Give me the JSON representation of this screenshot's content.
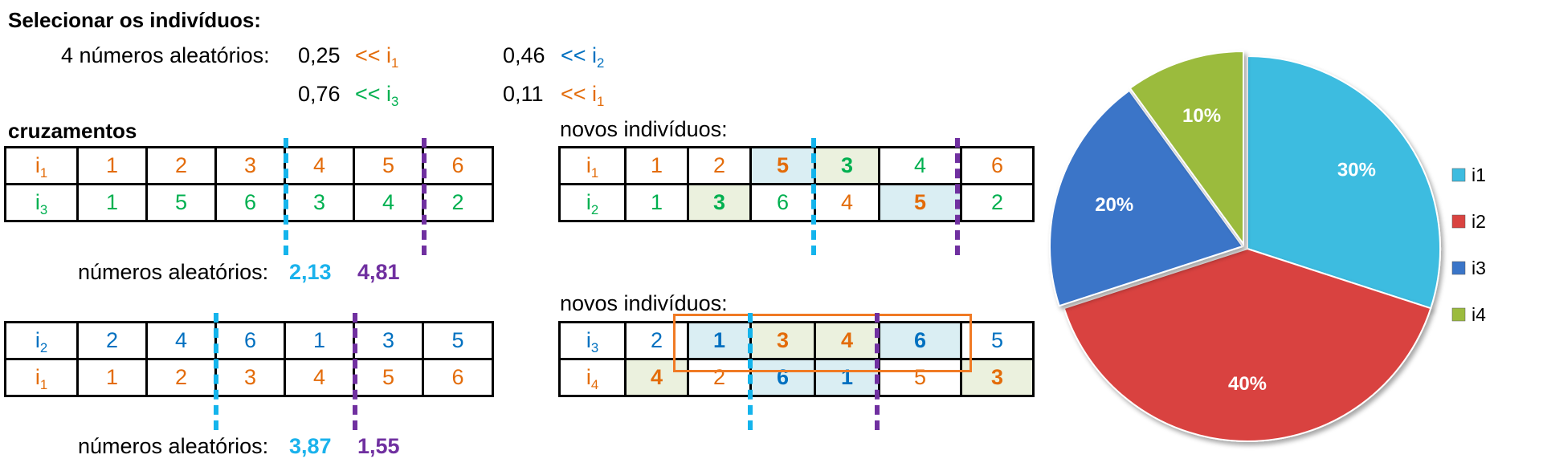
{
  "colors": {
    "orange": "#E36C0A",
    "green": "#00B050",
    "blue": "#0070C0",
    "cyan": "#1AB2EC",
    "purple": "#7030A0",
    "cell_blue": "#DAEEF3",
    "cell_green": "#EBF1DE"
  },
  "selection": {
    "title": "Selecionar os indivíduos:",
    "label": "4 números aleatórios:",
    "r1": {
      "value": "0,25",
      "arrow": "<< i",
      "sub": "1"
    },
    "r2": {
      "value": "0,46",
      "arrow": "<< i",
      "sub": "2"
    },
    "r3": {
      "value": "0,76",
      "arrow": "<< i",
      "sub": "3"
    },
    "r4": {
      "value": "0,11",
      "arrow": "<< i",
      "sub": "1"
    }
  },
  "crossings": {
    "title": "cruzamentos",
    "new_title_1": "novos indivíduos:",
    "new_title_2": "novos indivíduos:",
    "rand_label_1": "números aleatórios:",
    "rand_1a": "2,13",
    "rand_1b": "4,81",
    "rand_label_2": "números aleatórios:",
    "rand_2a": "3,87",
    "rand_2b": "1,55"
  },
  "tables": {
    "t1": {
      "r0": {
        "head": "i",
        "sub": "1",
        "cells": [
          "1",
          "2",
          "3",
          "4",
          "5",
          "6"
        ]
      },
      "r1": {
        "head": "i",
        "sub": "3",
        "cells": [
          "1",
          "5",
          "6",
          "3",
          "4",
          "2"
        ]
      }
    },
    "t2": {
      "r0": {
        "head": "i",
        "sub": "1",
        "cells": [
          "1",
          "2",
          "5",
          "3",
          "4",
          "6"
        ]
      },
      "r1": {
        "head": "i",
        "sub": "2",
        "cells": [
          "1",
          "3",
          "6",
          "4",
          "5",
          "2"
        ]
      }
    },
    "t3": {
      "r0": {
        "head": "i",
        "sub": "2",
        "cells": [
          "2",
          "4",
          "6",
          "1",
          "3",
          "5"
        ]
      },
      "r1": {
        "head": "i",
        "sub": "1",
        "cells": [
          "1",
          "2",
          "3",
          "4",
          "5",
          "6"
        ]
      }
    },
    "t4": {
      "r0": {
        "head": "i",
        "sub": "3",
        "cells": [
          "2",
          "1",
          "3",
          "4",
          "6",
          "5"
        ]
      },
      "r1": {
        "head": "i",
        "sub": "4",
        "cells": [
          "4",
          "2",
          "6",
          "1",
          "5",
          "3"
        ]
      }
    }
  },
  "chart_data": {
    "type": "pie",
    "categories": [
      "i1",
      "i2",
      "i3",
      "i4"
    ],
    "values": [
      30,
      40,
      20,
      10
    ],
    "data_labels": [
      "30%",
      "40%",
      "20%",
      "10%"
    ],
    "colors": [
      "#3DBCE0",
      "#D94340",
      "#3A75C8",
      "#9BBB3E"
    ],
    "legend_position": "right"
  }
}
